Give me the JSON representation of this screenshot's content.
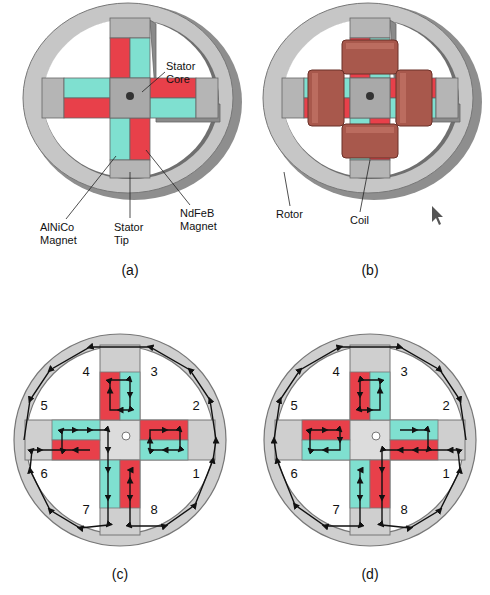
{
  "diagram": {
    "labels": [
      "Stator Core",
      "AlNiCo Magnet",
      "Stator Tip",
      "NdFeB Magnet",
      "Rotor",
      "Coil",
      "(a)",
      "(b)",
      "4",
      "3",
      "5",
      "2",
      "6",
      "1",
      "7",
      "8",
      "(c)",
      "4",
      "3",
      "5",
      "2",
      "6",
      "1",
      "7",
      "8",
      "(d)"
    ]
  }
}
